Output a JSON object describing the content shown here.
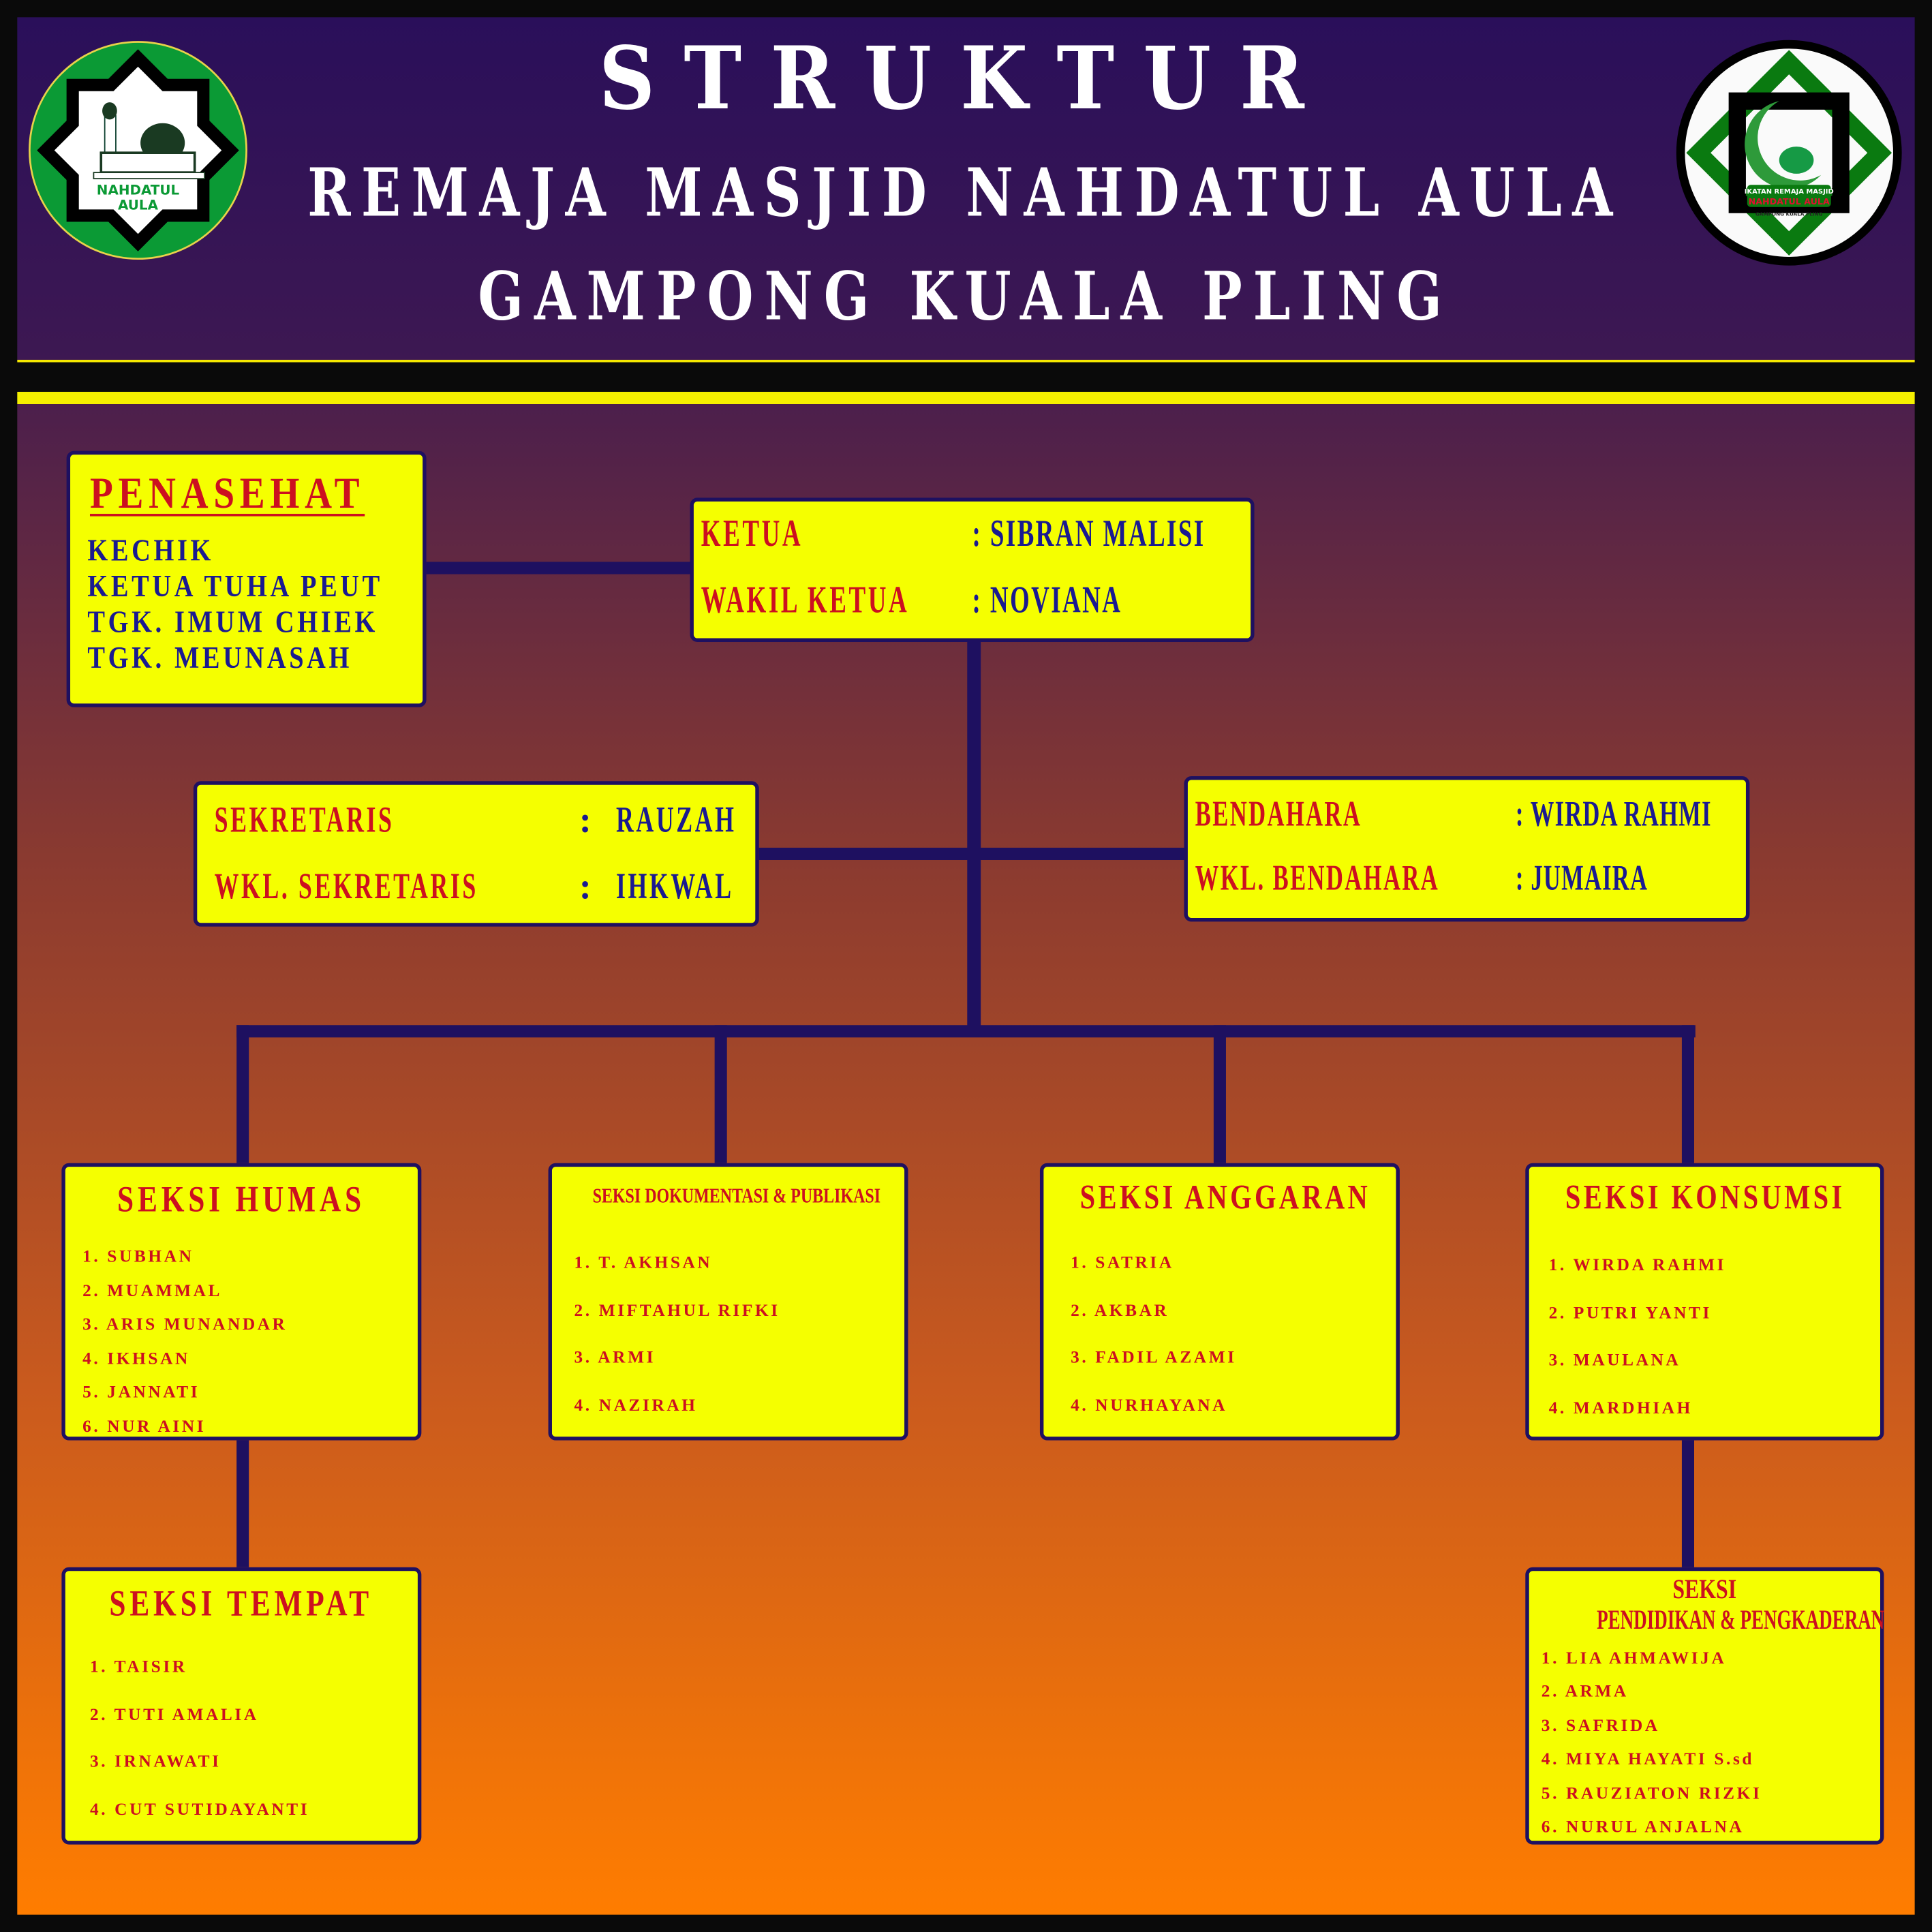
{
  "header": {
    "title": "STRUKTUR",
    "subtitle": "REMAJA MASJID NAHDATUL AULA",
    "location": "GAMPONG KUALA PLING"
  },
  "logos": {
    "left": {
      "text1": "NAHDATUL",
      "text2": "AULA"
    },
    "right": {
      "text1": "IKATAN REMAJA MASJID",
      "text2": "NAHDATUL AULA",
      "text3": "GAMPONG KUALA PLING"
    }
  },
  "colors": {
    "box": "#f5ff00",
    "line": "#1e1060",
    "red": "#cc1020",
    "navy": "#1a1a90"
  },
  "penasehat": {
    "title": "PENASEHAT",
    "members": [
      "KECHIK",
      "KETUA TUHA PEUT",
      "TGK. IMUM CHIEK",
      "TGK. MEUNASAH"
    ]
  },
  "ketua": {
    "ketua_label": "KETUA",
    "ketua_name": ": SIBRAN MALISI",
    "wakil_label": "WAKIL KETUA",
    "wakil_name": ": NOVIANA"
  },
  "sekretaris": {
    "label": "SEKRETARIS",
    "colon": ":",
    "name": "RAUZAH",
    "wkl_label": "WKL. SEKRETARIS",
    "wkl_colon": ":",
    "wkl_name": "IHKWAL"
  },
  "bendahara": {
    "label": "BENDAHARA",
    "name": ": WIRDA RAHMI",
    "wkl_label": "WKL. BENDAHARA",
    "wkl_name": ": JUMAIRA"
  },
  "seksi": {
    "humas": {
      "title": "SEKSI HUMAS",
      "members": [
        "1. SUBHAN",
        "2. MUAMMAL",
        "3. ARIS MUNANDAR",
        "4. IKHSAN",
        "5. JANNATI",
        "6. NUR AINI"
      ]
    },
    "dokumentasi": {
      "title": "SEKSI DOKUMENTASI & PUBLIKASI",
      "members": [
        "1. T. AKHSAN",
        "2. MIFTAHUL RIFKI",
        "3. ARMI",
        "4. NAZIRAH"
      ]
    },
    "anggaran": {
      "title": "SEKSI ANGGARAN",
      "members": [
        "1. SATRIA",
        "2. AKBAR",
        "3. FADIL AZAMI",
        "4. NURHAYANA"
      ]
    },
    "konsumsi": {
      "title": "SEKSI KONSUMSI",
      "members": [
        "1. WIRDA RAHMI",
        "2. PUTRI YANTI",
        "3. MAULANA",
        "4. MARDHIAH"
      ]
    },
    "tempat": {
      "title": "SEKSI TEMPAT",
      "members": [
        "1. TAISIR",
        "2. TUTI AMALIA",
        "3. IRNAWATI",
        "4. CUT SUTIDAYANTI"
      ]
    },
    "pendidikan": {
      "title1": "SEKSI",
      "title2": "PENDIDIKAN & PENGKADERAN",
      "members": [
        "1. LIA AHMAWIJA",
        "2. ARMA",
        "3. SAFRIDA",
        "4. MIYA HAYATI S.sd",
        "5. RAUZIATON RIZKI",
        "6. NURUL ANJALNA"
      ]
    }
  }
}
